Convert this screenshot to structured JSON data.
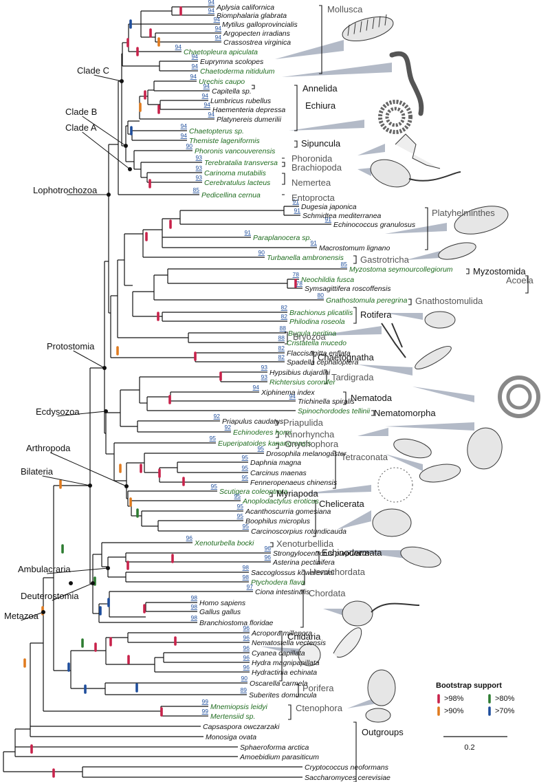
{
  "colors": {
    "red": "#c8234b",
    "orange": "#e07b1f",
    "green": "#2e7d32",
    "blue": "#1f4e9c",
    "black_taxon": "#111111",
    "green_taxon": "#1e6b1e",
    "gray_group": "#555555",
    "black_group": "#111111"
  },
  "taxa": [
    {
      "name": "Aplysia californica",
      "bs": "94",
      "green": false
    },
    {
      "name": "Biomphalaria glabrata",
      "bs": "94",
      "green": false
    },
    {
      "name": "Mytilus galloprovincialis",
      "bs": "94",
      "green": false
    },
    {
      "name": "Argopecten irradians",
      "bs": "94",
      "green": false
    },
    {
      "name": "Crassostrea virginica",
      "bs": "94",
      "green": false
    },
    {
      "name": "Chaetopleura apiculata",
      "bs": "94",
      "green": true
    },
    {
      "name": "Euprymna scolopes",
      "bs": "94",
      "green": false
    },
    {
      "name": "Chaetoderma nitidulum",
      "bs": "94",
      "green": true
    },
    {
      "name": "Urechis caupo",
      "bs": "94",
      "green": true
    },
    {
      "name": "Capitella sp.",
      "bs": "94",
      "green": false
    },
    {
      "name": "Lumbricus rubellus",
      "bs": "94",
      "green": false
    },
    {
      "name": "Haementeria depressa",
      "bs": "94",
      "green": false
    },
    {
      "name": "Platynereis dumerilii",
      "bs": "94",
      "green": false
    },
    {
      "name": "Chaetopterus sp.",
      "bs": "94",
      "green": true
    },
    {
      "name": "Themiste lageniformis",
      "bs": "94",
      "green": true
    },
    {
      "name": "Phoronis vancouverensis",
      "bs": "90",
      "green": true
    },
    {
      "name": "Terebratalia transversa",
      "bs": "93",
      "green": true
    },
    {
      "name": "Carinoma mutabilis",
      "bs": "93",
      "green": true
    },
    {
      "name": "Cerebratulus lacteus",
      "bs": "93",
      "green": true
    },
    {
      "name": "Pedicellina cernua",
      "bs": "85",
      "green": true
    },
    {
      "name": "Dugesia japonica",
      "bs": "91",
      "green": false
    },
    {
      "name": "Schmidtea mediterranea",
      "bs": "91",
      "green": false
    },
    {
      "name": "Echinococcus granulosus",
      "bs": "91",
      "green": false
    },
    {
      "name": "Paraplanocera sp.",
      "bs": "91",
      "green": true
    },
    {
      "name": "Macrostomum lignano",
      "bs": "91",
      "green": false
    },
    {
      "name": "Turbanella ambronensis",
      "bs": "90",
      "green": true
    },
    {
      "name": "Myzostoma seymourcollegiorum",
      "bs": "85",
      "green": true
    },
    {
      "name": "Neochildia fusca",
      "bs": "78",
      "green": true
    },
    {
      "name": "Symsagittifera roscoffensis",
      "bs": "78",
      "green": false
    },
    {
      "name": "Gnathostomula peregrina",
      "bs": "80",
      "green": true
    },
    {
      "name": "Brachionus plicatilis",
      "bs": "82",
      "green": true
    },
    {
      "name": "Philodina roseola",
      "bs": "82",
      "green": true
    },
    {
      "name": "Bugula neritina",
      "bs": "88",
      "green": true
    },
    {
      "name": "Cristatella mucedo",
      "bs": "88",
      "green": true
    },
    {
      "name": "Flaccisagitta enflata",
      "bs": "82",
      "green": false
    },
    {
      "name": "Spadella cephaloptera",
      "bs": "82",
      "green": false
    },
    {
      "name": "Hypsibius dujardini",
      "bs": "93",
      "green": false
    },
    {
      "name": "Richtersius coronifer",
      "bs": "93",
      "green": true
    },
    {
      "name": "Xiphinema index",
      "bs": "94",
      "green": false
    },
    {
      "name": "Trichinella spiralis",
      "bs": "94",
      "green": false
    },
    {
      "name": "Spinochordodes tellinii",
      "bs": "",
      "green": true
    },
    {
      "name": "Priapulus caudatus",
      "bs": "92",
      "green": false
    },
    {
      "name": "Echinoderes horni",
      "bs": "92",
      "green": true
    },
    {
      "name": "Euperipatoides kanangrensis",
      "bs": "95",
      "green": true
    },
    {
      "name": "Drosophila melanogaster",
      "bs": "95",
      "green": false
    },
    {
      "name": "Daphnia magna",
      "bs": "95",
      "green": false
    },
    {
      "name": "Carcinus maenas",
      "bs": "95",
      "green": false
    },
    {
      "name": "Fenneropenaeus chinensis",
      "bs": "95",
      "green": false
    },
    {
      "name": "Scutigera coleoptrata",
      "bs": "95",
      "green": true
    },
    {
      "name": "Anoplodactylus eroticus",
      "bs": "95",
      "green": true
    },
    {
      "name": "Acanthoscurria gomesiana",
      "bs": "95",
      "green": false
    },
    {
      "name": "Boophilus microplus",
      "bs": "95",
      "green": false
    },
    {
      "name": "Carcinoscorpius rotundicauda",
      "bs": "95",
      "green": false
    },
    {
      "name": "Xenoturbella bocki",
      "bs": "96",
      "green": true
    },
    {
      "name": "Strongylocentrotus purpuratus",
      "bs": "96",
      "green": false
    },
    {
      "name": "Asterina pectinifera",
      "bs": "96",
      "green": false
    },
    {
      "name": "Saccoglossus kowalevskii",
      "bs": "98",
      "green": false
    },
    {
      "name": "Ptychodera flava",
      "bs": "98",
      "green": true
    },
    {
      "name": "Ciona intestinalis",
      "bs": "97",
      "green": false
    },
    {
      "name": "Homo sapiens",
      "bs": "98",
      "green": false
    },
    {
      "name": "Gallus gallus",
      "bs": "98",
      "green": false
    },
    {
      "name": "Branchiostoma floridae",
      "bs": "98",
      "green": false
    },
    {
      "name": "Acropora millepora",
      "bs": "96",
      "green": false
    },
    {
      "name": "Nematostella vectensis",
      "bs": "96",
      "green": false
    },
    {
      "name": "Cyanea capillata",
      "bs": "96",
      "green": false
    },
    {
      "name": "Hydra magnipapillata",
      "bs": "96",
      "green": false
    },
    {
      "name": "Hydractinia echinata",
      "bs": "96",
      "green": false
    },
    {
      "name": "Oscarella carmela",
      "bs": "90",
      "green": false
    },
    {
      "name": "Suberites domuncula",
      "bs": "89",
      "green": false
    },
    {
      "name": "Mnemiopsis leidyi",
      "bs": "99",
      "green": true
    },
    {
      "name": "Mertensiid sp.",
      "bs": "99",
      "green": true
    },
    {
      "name": "Capsaspora owczarzaki",
      "bs": "",
      "green": false
    },
    {
      "name": "Monosiga ovata",
      "bs": "",
      "green": false
    },
    {
      "name": "Sphaeroforma arctica",
      "bs": "",
      "green": false
    },
    {
      "name": "Amoebidium parasiticum",
      "bs": "",
      "green": false
    },
    {
      "name": "Cryptococcus neoformans",
      "bs": "",
      "green": false
    },
    {
      "name": "Saccharomyces cerevisiae",
      "bs": "",
      "green": false
    }
  ],
  "groups": [
    {
      "name": "Mollusca",
      "gray": true
    },
    {
      "name": "Annelida",
      "gray": false
    },
    {
      "name": "Echiura",
      "gray": false
    },
    {
      "name": "Sipuncula",
      "gray": false
    },
    {
      "name": "Phoronida",
      "gray": true
    },
    {
      "name": "Brachiopoda",
      "gray": true
    },
    {
      "name": "Nemertea",
      "gray": true
    },
    {
      "name": "Entoprocta",
      "gray": true
    },
    {
      "name": "Platyhelminthes",
      "gray": true
    },
    {
      "name": "Gastrotricha",
      "gray": true
    },
    {
      "name": "Myzostomida",
      "gray": false
    },
    {
      "name": "Acoela",
      "gray": true
    },
    {
      "name": "Gnathostomulida",
      "gray": true
    },
    {
      "name": "Rotifera",
      "gray": false
    },
    {
      "name": "Bryozoa",
      "gray": true
    },
    {
      "name": "Chaetognatha",
      "gray": false
    },
    {
      "name": "Tardigrada",
      "gray": true
    },
    {
      "name": "Nematoda",
      "gray": false
    },
    {
      "name": "Nematomorpha",
      "gray": false
    },
    {
      "name": "Priapulida",
      "gray": true
    },
    {
      "name": "Kinorhyncha",
      "gray": true
    },
    {
      "name": "Onychophora",
      "gray": true
    },
    {
      "name": "Tetraconata",
      "gray": true
    },
    {
      "name": "Myriapoda",
      "gray": false
    },
    {
      "name": "Chelicerata",
      "gray": false
    },
    {
      "name": "Xenoturbellida",
      "gray": true
    },
    {
      "name": "Echinodermata",
      "gray": false
    },
    {
      "name": "Hemichordata",
      "gray": true
    },
    {
      "name": "Chordata",
      "gray": true
    },
    {
      "name": "Cnidaria",
      "gray": false
    },
    {
      "name": "Porifera",
      "gray": true
    },
    {
      "name": "Ctenophora",
      "gray": true
    },
    {
      "name": "Outgroups",
      "gray": false
    }
  ],
  "clades": [
    "Clade C",
    "Clade B",
    "Clade A",
    "Lophotrochozoa",
    "Protostomia",
    "Ecdysozoa",
    "Arthropoda",
    "Bilateria",
    "Ambulacraria",
    "Deuterostomia",
    "Metazoa"
  ],
  "legend": {
    "title": "Bootstrap support",
    "items": [
      {
        "label": ">98%",
        "color": "#c8234b"
      },
      {
        "label": ">80%",
        "color": "#2e7d32"
      },
      {
        "label": ">90%",
        "color": "#e07b1f"
      },
      {
        "label": ">70%",
        "color": "#1f4e9c"
      }
    ]
  },
  "scale_label": "0.2"
}
